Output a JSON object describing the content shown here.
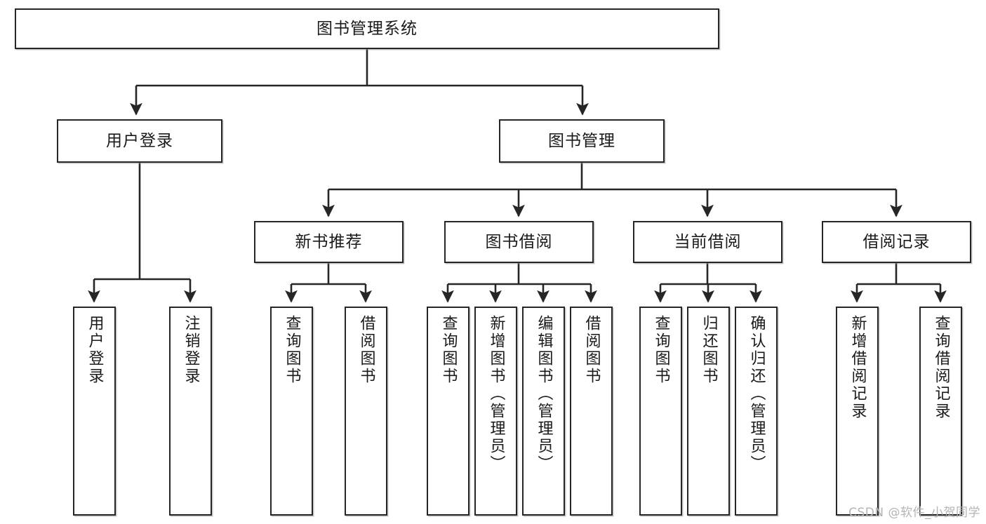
{
  "diagram": {
    "title": "图书管理系统",
    "type": "hierarchy-tree",
    "colors": {
      "box_border": "#262626",
      "box_fill": "#ffffff",
      "connector": "#262626",
      "background": "#ffffff",
      "watermark": "#b4b4b4"
    },
    "root": {
      "label": "图书管理系统"
    },
    "level1": [
      {
        "label": "用户登录"
      },
      {
        "label": "图书管理"
      }
    ],
    "level2": [
      {
        "label": "新书推荐"
      },
      {
        "label": "图书借阅"
      },
      {
        "label": "当前借阅"
      },
      {
        "label": "借阅记录"
      }
    ],
    "leaves": {
      "user_login": [
        {
          "label": "用户登录"
        },
        {
          "label": "注销登录"
        }
      ],
      "new_book_recommend": [
        {
          "label": "查询图书"
        },
        {
          "label": "借阅图书"
        }
      ],
      "book_borrow": [
        {
          "label": "查询图书"
        },
        {
          "label": "新增图书（管理员）"
        },
        {
          "label": "编辑图书（管理员）"
        },
        {
          "label": "借阅图书"
        }
      ],
      "current_borrow": [
        {
          "label": "查询图书"
        },
        {
          "label": "归还图书"
        },
        {
          "label": "确认归还（管理员）"
        }
      ],
      "borrow_record": [
        {
          "label": "新增借阅记录"
        },
        {
          "label": "查询借阅记录"
        }
      ]
    }
  },
  "watermark": {
    "text": "CSDN @软件_小贺同学"
  }
}
